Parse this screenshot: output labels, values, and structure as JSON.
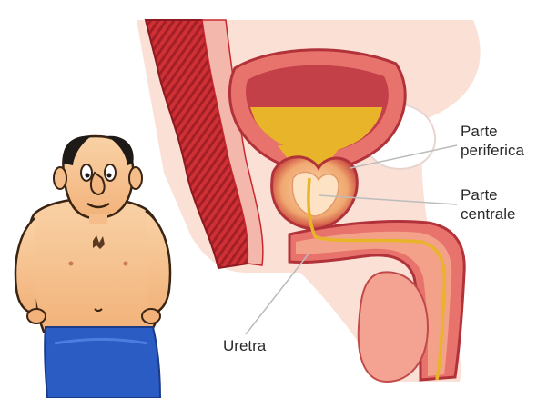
{
  "labels": {
    "periferica": {
      "line1": "Parte",
      "line2": "periferica"
    },
    "centrale": {
      "line1": "Parte",
      "line2": "centrale"
    },
    "uretra": {
      "text": "Uretra"
    }
  },
  "colors": {
    "muscle": "#c8282f",
    "muscle_dark": "#8e1a20",
    "tissue_pink": "#f4b7ab",
    "bladder_wall": "#e8736d",
    "urine": "#e8b52a",
    "prostate": "#f0a870",
    "skin": "#f7c99a",
    "jeans": "#2a5cc4",
    "leader_line": "#bcbcbc",
    "label_text": "#2a2a2a"
  },
  "icons": [
    "pelvis-anatomy-illustration",
    "man-cartoon-illustration"
  ]
}
